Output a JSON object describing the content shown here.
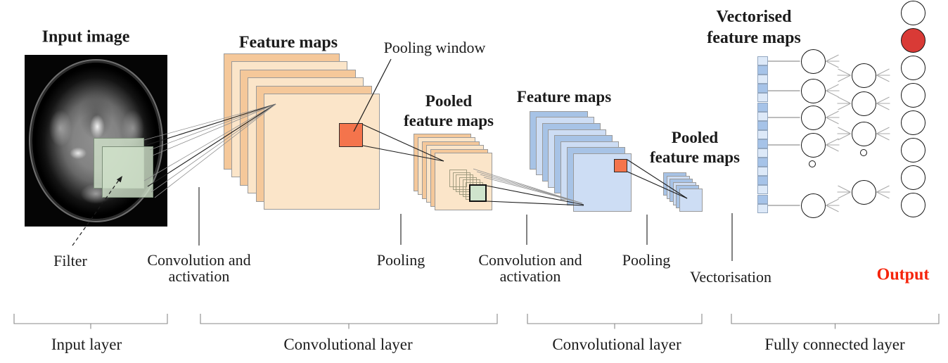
{
  "labels": {
    "input_image": "Input image",
    "filter": "Filter",
    "feature_maps_1": "Feature maps",
    "pooling_window": "Pooling window",
    "pooled_1_line1": "Pooled",
    "pooled_1_line2": "feature maps",
    "feature_maps_2": "Feature maps",
    "pooled_2_line1": "Pooled",
    "pooled_2_line2": "feature maps",
    "vectorised_line1": "Vectorised",
    "vectorised_line2": "feature maps",
    "conv_act_line1": "Convolution and",
    "conv_act_line2": "activation",
    "pooling": "Pooling",
    "vectorisation": "Vectorisation",
    "output": "Output"
  },
  "layer_sections": [
    {
      "label": "Input layer"
    },
    {
      "label": "Convolutional layer"
    },
    {
      "label": "Convolutional layer"
    },
    {
      "label": "Fully connected layer"
    }
  ],
  "network": {
    "stacks": [
      {
        "name": "feature-maps-1",
        "count": 6,
        "color_dark": "#f5c89a",
        "color_light": "#fbe5c9"
      },
      {
        "name": "pooled-feature-maps-1",
        "count": 6,
        "color_dark": "#f5c89a",
        "color_light": "#fbe5c9"
      },
      {
        "name": "feature-maps-2",
        "count": 8,
        "color_dark": "#a7c3e6",
        "color_light": "#cdddf4"
      },
      {
        "name": "pooled-feature-maps-2",
        "count": 6,
        "color_dark": "#a7c3e6",
        "color_light": "#cdddf4"
      }
    ],
    "vector_cells": 17,
    "hidden_layer_1": {
      "neurons": 5,
      "has_ellipsis": true
    },
    "hidden_layer_2": {
      "neurons": 4,
      "has_ellipsis": true
    },
    "output_layer": {
      "neurons": 8,
      "highlighted_index": 1
    }
  },
  "colors": {
    "pooling_window": "#f4744c",
    "filter_window": "rgba(206,223,200,0.82)",
    "filter_border": "#7d8f7a",
    "green_window": "#cfe4cc",
    "vector_cell_dark": "#a6c3e8",
    "vector_cell_light": "#dde9f8",
    "output_neuron": "#d93a36",
    "output_text": "#f5230a"
  }
}
